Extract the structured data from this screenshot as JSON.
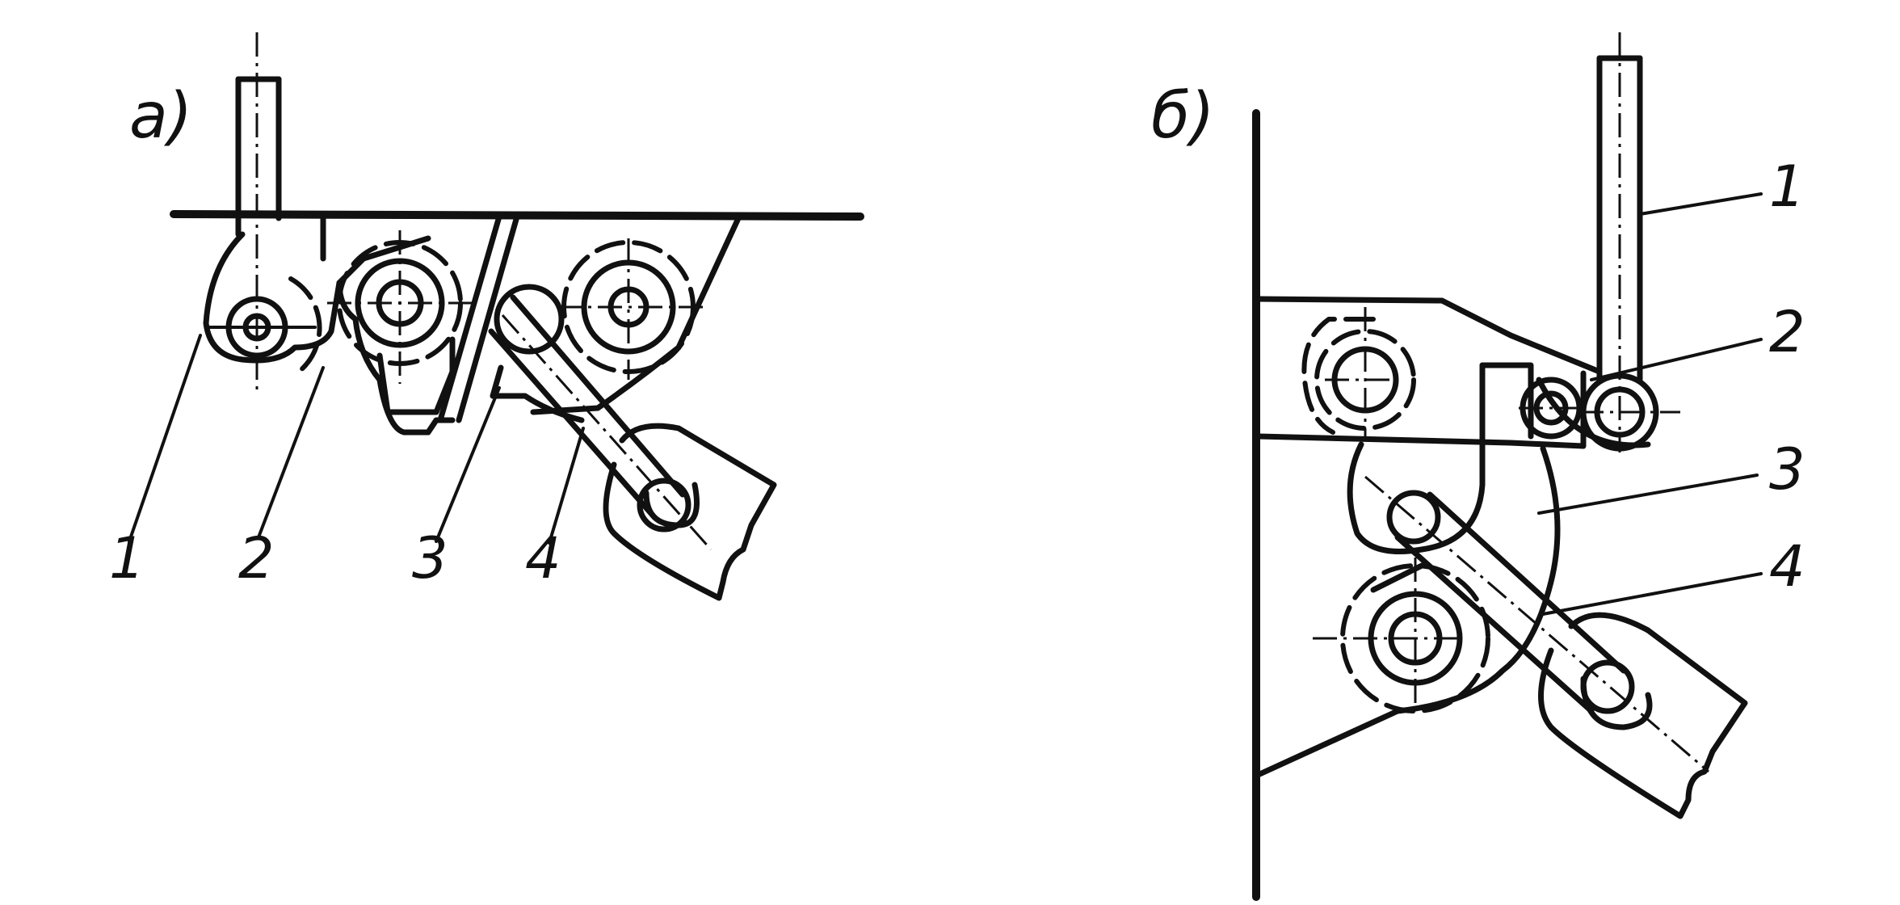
{
  "panels": [
    {
      "id": "a",
      "label": "а)",
      "callouts": [
        "1",
        "2",
        "3",
        "4"
      ]
    },
    {
      "id": "b",
      "label": "б)",
      "callouts": [
        "1",
        "2",
        "3",
        "4"
      ]
    }
  ]
}
